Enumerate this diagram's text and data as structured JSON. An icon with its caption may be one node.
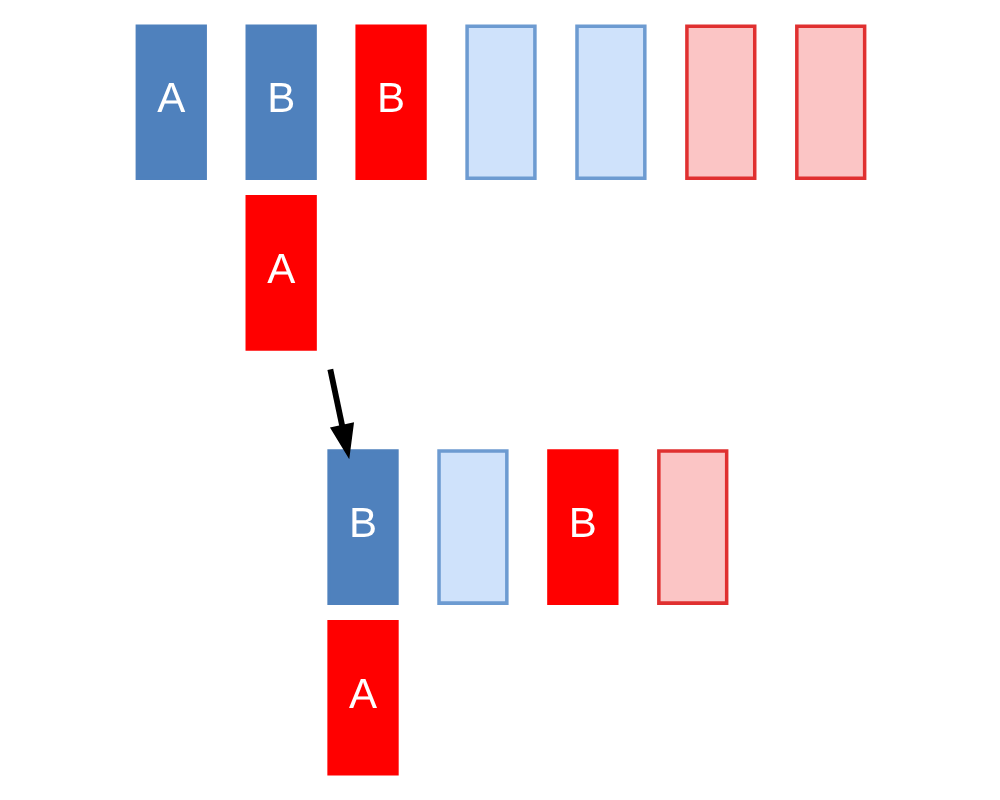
{
  "diagram": {
    "nodes": [
      {
        "text": [
          "A"
        ]
      },
      {
        "text": [
          "B"
        ]
      },
      {
        "text": [
          "A"
        ]
      },
      {
        "text": [
          "B"
        ]
      },
      {
        "text": [],
        "shape": "bar"
      },
      {
        "text": [],
        "shape": "bar"
      },
      {
        "text": [],
        "shape": "bar"
      },
      {
        "text": [],
        "shape": "bar"
      },
      {
        "text": [
          "B"
        ]
      },
      {
        "text": [
          "A"
        ]
      },
      {
        "text": [],
        "shape": "bar"
      },
      {
        "text": [
          "B"
        ]
      },
      {
        "text": [],
        "shape": "bar"
      }
    ],
    "edges": [
      {
        "from": null,
        "to": 8,
        "arrow": "to"
      }
    ]
  }
}
